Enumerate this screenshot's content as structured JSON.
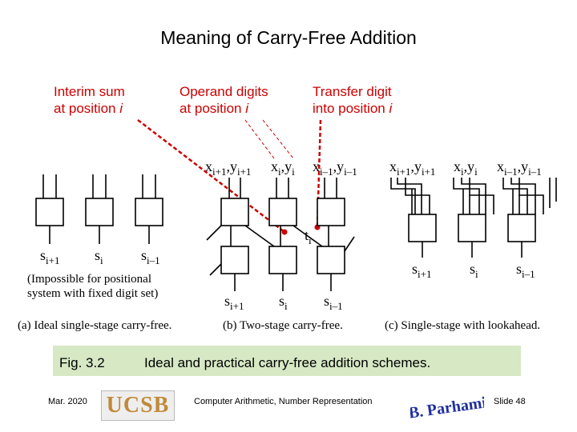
{
  "slide": {
    "title": "Meaning of Carry-Free Addition",
    "callouts": {
      "interim": [
        "Interim sum",
        "at position "
      ],
      "operand": [
        "Operand digits",
        "at position "
      ],
      "transfer": [
        "Transfer digit",
        "into position "
      ],
      "index": "i"
    },
    "diagram": {
      "a_note": [
        "(Impossible for positional",
        "system with fixed digit set)"
      ],
      "captions": {
        "a": "(a) Ideal single-stage carry-free.",
        "b": "(b) Two-stage carry-free.",
        "c": "(c) Single-stage with lookahead."
      },
      "operand_labels": [
        "x",
        "y",
        "i+1",
        "i",
        "i–1"
      ],
      "transfer_label": "t",
      "sum_label": "s"
    },
    "figure_caption": {
      "number": "Fig. 3.2",
      "text": "Ideal and practical carry-free addition schemes."
    },
    "footer": {
      "date": "Mar. 2020",
      "course": "Computer Arithmetic, Number Representation",
      "slide": "Slide 48",
      "logo_text": "UCSB",
      "author_logo": "B. Parhami"
    },
    "colors": {
      "accent": "#cc0000",
      "caption_band": "#d6e8c4"
    }
  }
}
